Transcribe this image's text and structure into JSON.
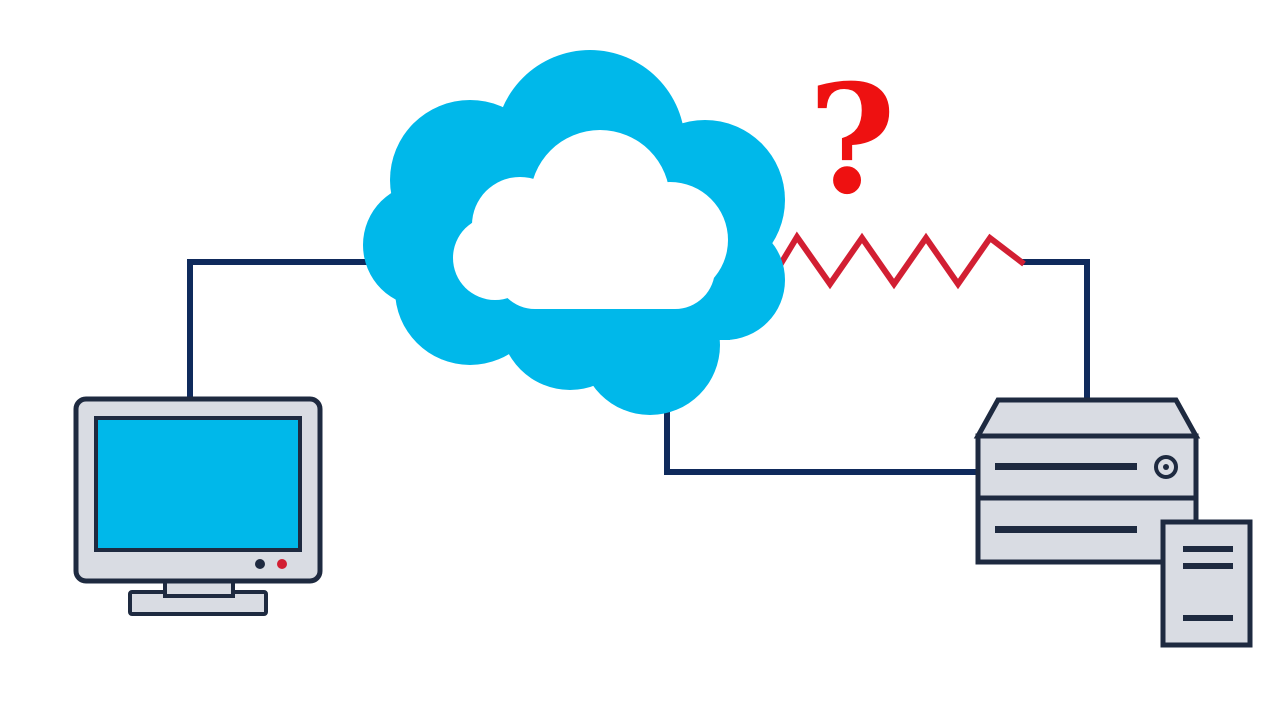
{
  "diagram": {
    "annotation": "?",
    "colors": {
      "line": "#0f2a5c",
      "cloud": "#00b8ea",
      "cloud_inner": "#ffffff",
      "device_body": "#d9dce3",
      "device_outline": "#1e2a40",
      "screen": "#00b8ea",
      "broken_link": "#d21f33",
      "question_mark": "#ee1111",
      "power_led": "#d21f33"
    },
    "icons": {
      "computer": "desktop-computer-icon",
      "cloud": "cloud-icon",
      "server": "server-icon",
      "document": "document-icon"
    },
    "connections": [
      {
        "from": "computer",
        "to": "cloud",
        "status": "ok"
      },
      {
        "from": "cloud",
        "to": "server",
        "status": "ok"
      },
      {
        "from": "cloud",
        "to": "server",
        "status": "broken"
      }
    ]
  }
}
